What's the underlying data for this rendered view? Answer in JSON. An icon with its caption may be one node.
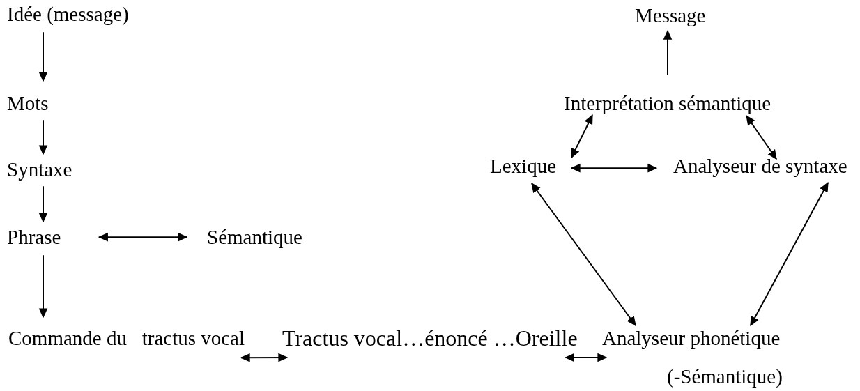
{
  "diagram": {
    "nodes": [
      {
        "text": [
          "Idée (message)"
        ]
      },
      {
        "text": [
          "Mots"
        ]
      },
      {
        "text": [
          "Syntaxe"
        ]
      },
      {
        "text": [
          "Phrase"
        ]
      },
      {
        "text": [
          "Sémantique"
        ]
      },
      {
        "text": [
          "Commande du   tractus vocal"
        ]
      },
      {
        "text": [
          "Tractus vocal…énoncé …Oreille"
        ]
      },
      {
        "text": [
          "Analyseur phonétique"
        ],
        "beside": [
          "(-Sémantique)"
        ]
      },
      {
        "text": [
          "Message"
        ]
      },
      {
        "text": [
          "Interprétation sémantique"
        ]
      },
      {
        "text": [
          "Lexique"
        ]
      },
      {
        "text": [
          "Analyseur de syntaxe"
        ]
      }
    ],
    "edges": [
      {
        "from": 0,
        "to": 1,
        "arrow": "to"
      },
      {
        "from": 1,
        "to": 2,
        "arrow": "to"
      },
      {
        "from": 2,
        "to": 3,
        "arrow": "to"
      },
      {
        "from": 3,
        "to": 4,
        "arrow": "both"
      },
      {
        "from": 3,
        "to": 5,
        "arrow": "to"
      },
      {
        "from": 5,
        "to": 6,
        "arrow": "both"
      },
      {
        "from": 6,
        "to": 7,
        "arrow": "both"
      },
      {
        "from": 9,
        "to": 8,
        "arrow": "to"
      },
      {
        "from": 10,
        "to": 9,
        "arrow": "both"
      },
      {
        "from": 9,
        "to": 11,
        "arrow": "both"
      },
      {
        "from": 10,
        "to": 11,
        "arrow": "both"
      },
      {
        "from": 10,
        "to": 7,
        "arrow": "both"
      },
      {
        "from": 11,
        "to": 7,
        "arrow": "both"
      }
    ]
  }
}
